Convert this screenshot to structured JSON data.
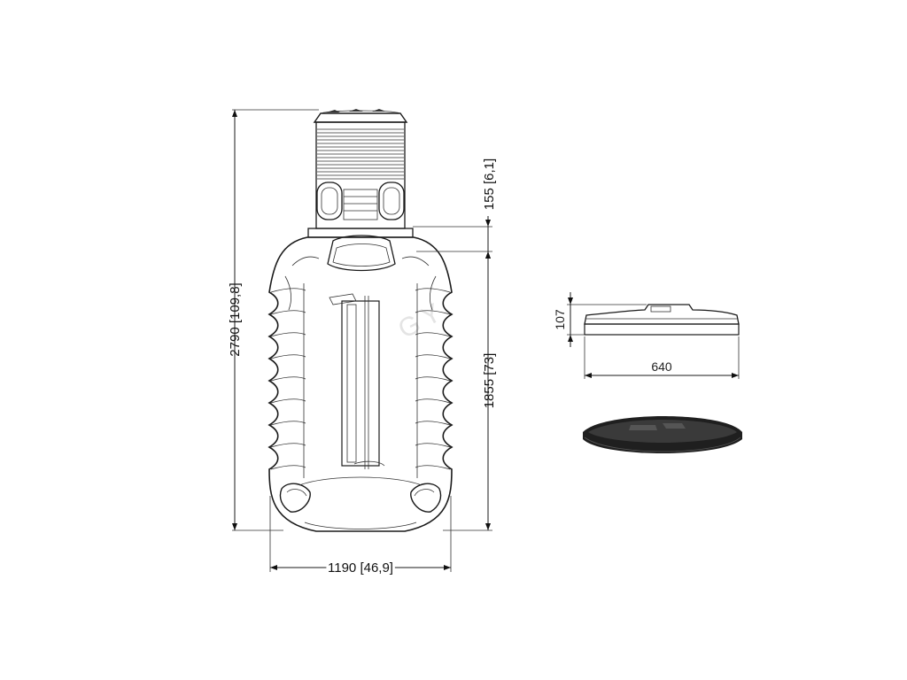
{
  "watermark": "GY",
  "tank_drawing": {
    "height_label": "2790 [109,8]",
    "width_label": "1190 [46,9]",
    "body_height_label": "1855 [73]",
    "neck_gap_label": "155 [6,1]"
  },
  "lid_drawing": {
    "height_label": "107",
    "diameter_label": "640"
  },
  "colors": {
    "line": "#1a1a1a",
    "lid_fill": "#2a2a2a"
  }
}
